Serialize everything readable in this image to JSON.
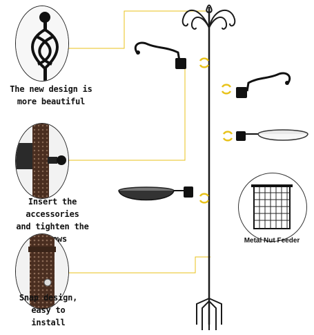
{
  "captions": {
    "design": "The new design is\nmore beautiful",
    "insert": "Insert the accessories\nand tighten the screws",
    "snap": "Snap design,\neasy to install",
    "nut_feeder": "Metal Nut Feeder"
  },
  "colors": {
    "leader_line": "#e8c21a",
    "rotate_arrow": "#e8c21a",
    "metal": "#1a1a1a",
    "bronze": "#5a3a28"
  },
  "icons": [
    "finial-detail",
    "clamp-detail",
    "snap-detail",
    "rotate-arrow",
    "hook-bracket",
    "mesh-tray",
    "white-bird-bath",
    "suet-cage"
  ]
}
